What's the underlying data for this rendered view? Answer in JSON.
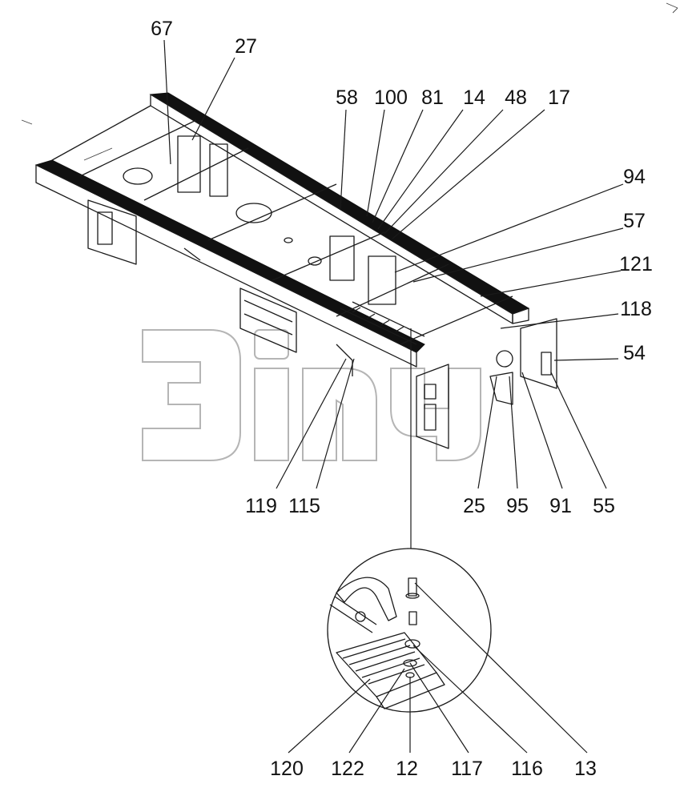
{
  "diagram": {
    "callouts": [
      {
        "id": "c67",
        "label": "67"
      },
      {
        "id": "c27",
        "label": "27"
      },
      {
        "id": "c58",
        "label": "58"
      },
      {
        "id": "c100",
        "label": "100"
      },
      {
        "id": "c81",
        "label": "81"
      },
      {
        "id": "c14",
        "label": "14"
      },
      {
        "id": "c48",
        "label": "48"
      },
      {
        "id": "c17",
        "label": "17"
      },
      {
        "id": "c94",
        "label": "94"
      },
      {
        "id": "c57",
        "label": "57"
      },
      {
        "id": "c121",
        "label": "121"
      },
      {
        "id": "c118",
        "label": "118"
      },
      {
        "id": "c54",
        "label": "54"
      },
      {
        "id": "c119",
        "label": "119"
      },
      {
        "id": "c115",
        "label": "115"
      },
      {
        "id": "c25",
        "label": "25"
      },
      {
        "id": "c95",
        "label": "95"
      },
      {
        "id": "c91",
        "label": "91"
      },
      {
        "id": "c55",
        "label": "55"
      },
      {
        "id": "c120",
        "label": "120"
      },
      {
        "id": "c122",
        "label": "122"
      },
      {
        "id": "c12",
        "label": "12"
      },
      {
        "id": "c117",
        "label": "117"
      },
      {
        "id": "c116",
        "label": "116"
      },
      {
        "id": "c13",
        "label": "13"
      }
    ]
  },
  "watermark": {
    "color": "#b5b5b5"
  }
}
